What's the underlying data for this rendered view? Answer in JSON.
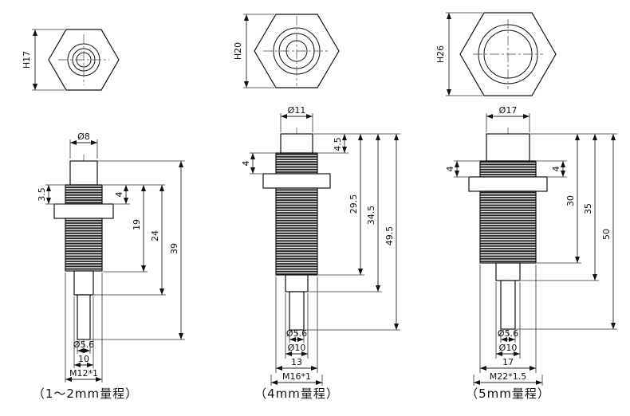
{
  "colors": {
    "background": "#ffffff",
    "line": "#111111"
  },
  "figures": [
    {
      "caption": "（1～2mm量程）",
      "top_view": {
        "height_label": "H17"
      },
      "front_view": {
        "top_diameter_label": "Ø8",
        "left_dim_label": "3.5",
        "right_dim_labels": [
          "4",
          "19",
          "24",
          "39"
        ],
        "bottom_dim_labels": [
          "Ø5.6",
          "10",
          "M12*1"
        ]
      }
    },
    {
      "caption": "（4mm量程）",
      "top_view": {
        "height_label": "H20"
      },
      "front_view": {
        "top_diameter_label": "Ø11",
        "left_dim_label": "4",
        "right_dim_labels": [
          "4.5",
          "29.5",
          "34.5",
          "49.5"
        ],
        "bottom_dim_labels": [
          "Ø5.6",
          "Ø10",
          "13",
          "M16*1"
        ]
      }
    },
    {
      "caption": "（5mm量程）",
      "top_view": {
        "height_label": "H26"
      },
      "front_view": {
        "top_diameter_label": "Ø17",
        "left_dim_label": "4",
        "right_dim_labels": [
          "4",
          "30",
          "35",
          "50"
        ],
        "bottom_dim_labels": [
          "Ø5.6",
          "Ø10",
          "17",
          "M22*1.5"
        ]
      }
    }
  ]
}
